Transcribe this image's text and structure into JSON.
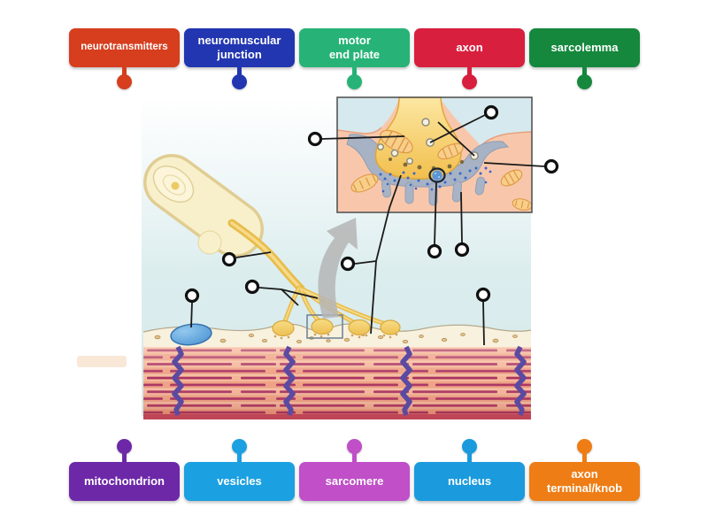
{
  "labels": {
    "top": [
      {
        "text": "neurotransmitters",
        "color": "#d63e1e"
      },
      {
        "text": "neuromuscular\njunction",
        "color": "#2236b1"
      },
      {
        "text": "motor\nend plate",
        "color": "#27b377"
      },
      {
        "text": "axon",
        "color": "#d81f3e"
      },
      {
        "text": "sarcolemma",
        "color": "#15883d"
      }
    ],
    "bottom": [
      {
        "text": "mitochondrion",
        "color": "#6d28a8"
      },
      {
        "text": "vesicles",
        "color": "#1ba0e1"
      },
      {
        "text": "sarcomere",
        "color": "#c04fc8"
      },
      {
        "text": "nucleus",
        "color": "#1b9ade"
      },
      {
        "text": "axon\nterminal/knob",
        "color": "#ee7d15"
      }
    ]
  },
  "colors": {
    "marker_ring": "#101010",
    "marker_fill": "#ffffff",
    "leader_line": "#1b1b1b"
  }
}
